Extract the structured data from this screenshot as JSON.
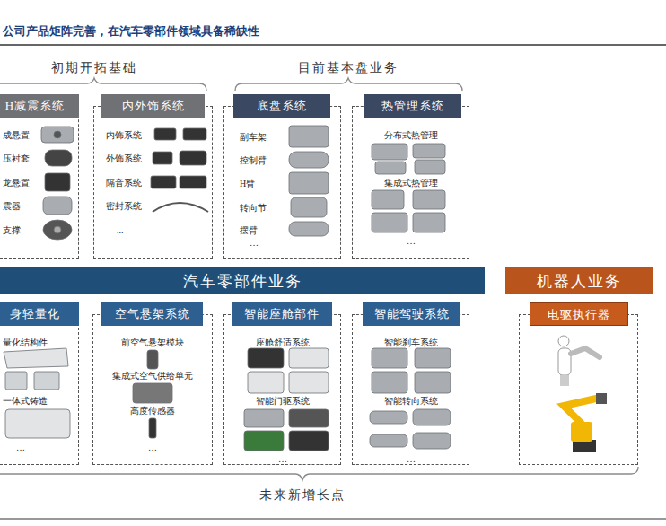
{
  "diagram": {
    "title": "公司产品矩阵完善，在汽车零部件领域具备稀缺性",
    "nodes": [
      {
        "text": [
          "H减震系统",
          "成悬置",
          "压衬套",
          "龙悬置",
          "震器",
          "支撑"
        ]
      },
      {
        "text": [
          "内外饰系统",
          "内饰系统",
          "外饰系统",
          "隔音系统",
          "密封系统",
          "..."
        ]
      },
      {
        "text": [
          "底盘系统",
          "副车架",
          "控制臂",
          "H臂",
          "转向节",
          "摆臂",
          "…"
        ]
      },
      {
        "text": [
          "热管理系统",
          "分布式热管理",
          "集成式热管理",
          "…"
        ]
      },
      {
        "text": [
          "汽车零部件业务"
        ]
      },
      {
        "text": [
          "机器人业务"
        ]
      },
      {
        "text": [
          "身轻量化",
          "量化结构件",
          "一体式铸造",
          "…"
        ]
      },
      {
        "text": [
          "空气悬架系统",
          "前空气悬架模块",
          "集成式空气供给单元",
          "高度传感器",
          "…"
        ]
      },
      {
        "text": [
          "智能座舱部件",
          "座舱舒适系统",
          "智能门驱系统",
          "…"
        ]
      },
      {
        "text": [
          "智能驾驶系统",
          "智能刹车系统",
          "智能转向系统",
          "…"
        ]
      },
      {
        "text": [
          "电驱执行器"
        ]
      }
    ],
    "labels": [
      "初期开拓基础",
      "目前基本盘业务",
      "未来新增长点"
    ]
  }
}
